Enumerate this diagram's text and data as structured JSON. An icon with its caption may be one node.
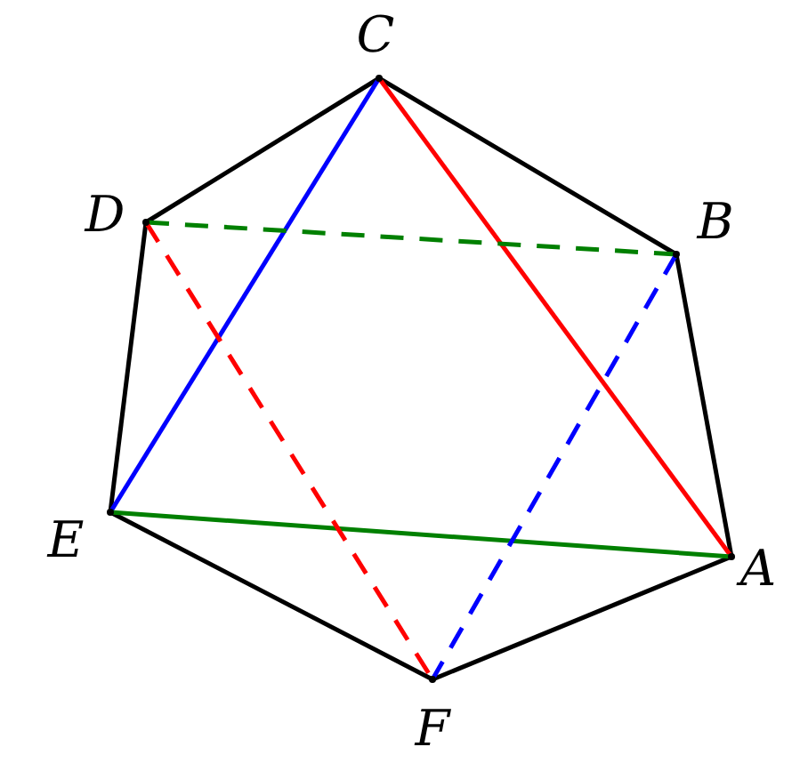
{
  "diagram": {
    "nodes": [
      {
        "text": [],
        "shape": "point",
        "beside": [
          "C"
        ]
      },
      {
        "text": [],
        "shape": "point",
        "beside": [
          "D"
        ]
      },
      {
        "text": [],
        "shape": "point",
        "beside": [
          "B"
        ]
      },
      {
        "text": [],
        "shape": "point",
        "beside": [
          "E"
        ]
      },
      {
        "text": [],
        "shape": "point",
        "beside": [
          "A"
        ]
      },
      {
        "text": [],
        "shape": "point",
        "beside": [
          "F"
        ]
      }
    ],
    "edges": [
      {
        "from": 0,
        "to": 1,
        "arrow": "none"
      },
      {
        "from": 1,
        "to": 3,
        "arrow": "none"
      },
      {
        "from": 3,
        "to": 5,
        "arrow": "none"
      },
      {
        "from": 5,
        "to": 4,
        "arrow": "none"
      },
      {
        "from": 4,
        "to": 2,
        "arrow": "none"
      },
      {
        "from": 2,
        "to": 0,
        "arrow": "none"
      },
      {
        "from": 0,
        "to": 3,
        "arrow": "none",
        "color": "#0000ff"
      },
      {
        "from": 0,
        "to": 4,
        "arrow": "none",
        "color": "#ff0000"
      },
      {
        "from": 1,
        "to": 2,
        "arrow": "none",
        "style": "dashed",
        "color": "#008000"
      },
      {
        "from": 3,
        "to": 4,
        "arrow": "none",
        "color": "#008000"
      },
      {
        "from": 1,
        "to": 5,
        "arrow": "none",
        "style": "dashed",
        "color": "#ff0000"
      },
      {
        "from": 2,
        "to": 5,
        "arrow": "none",
        "style": "dashed",
        "color": "#0000ff"
      }
    ]
  }
}
